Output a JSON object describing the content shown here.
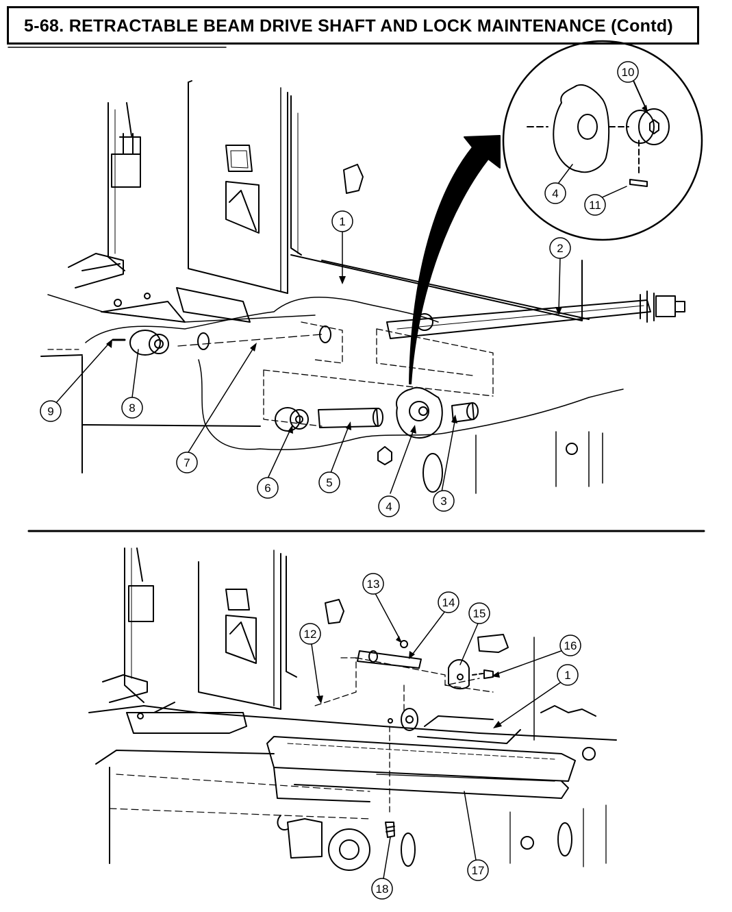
{
  "header": {
    "title": "5-68. RETRACTABLE BEAM DRIVE SHAFT AND LOCK MAINTENANCE (Contd)"
  },
  "top_view": {
    "callouts": [
      "1",
      "2",
      "3",
      "4",
      "5",
      "6",
      "7",
      "8",
      "9"
    ],
    "detail_callouts": [
      "10",
      "4",
      "11"
    ]
  },
  "bottom_view": {
    "callouts": [
      "13",
      "14",
      "15",
      "12",
      "16",
      "1",
      "17",
      "18"
    ]
  }
}
